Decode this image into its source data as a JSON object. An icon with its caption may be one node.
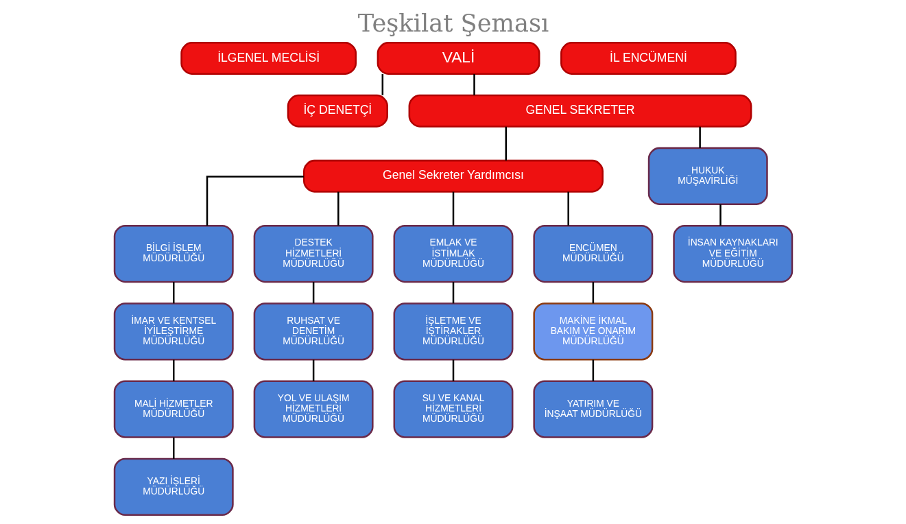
{
  "diagram": {
    "title": "Teşkilat Şeması",
    "nodes": [
      {
        "text": [
          "İLGENEL MECLİSİ"
        ]
      },
      {
        "text": [
          "VALİ"
        ]
      },
      {
        "text": [
          "İL ENCÜMENİ"
        ]
      },
      {
        "text": [
          "İÇ DENETÇİ"
        ]
      },
      {
        "text": [
          "GENEL SEKRETER"
        ]
      },
      {
        "text": [
          "Genel Sekreter Yardımcısı"
        ]
      },
      {
        "text": [
          "BİLGİ İŞLEM MÜDÜRLÜĞÜ"
        ]
      },
      {
        "text": [
          "DESTEK HİZMETLERİ MÜDÜRLÜĞÜ"
        ]
      },
      {
        "text": [
          "EMLAK VE İSTİMLAK MÜDÜRLÜĞÜ"
        ]
      },
      {
        "text": [
          "ENCÜMEN MÜDÜRLÜĞÜ"
        ]
      },
      {
        "text": [
          "HUKUK MÜŞAVİRLİĞİ"
        ]
      },
      {
        "text": [
          "İMAR VE KENTSEL İYİLEŞTİRME MÜDÜRLÜĞÜ"
        ]
      },
      {
        "text": [
          "RUHSAT VE DENETİM MÜDÜRLÜĞÜ"
        ]
      },
      {
        "text": [
          "İŞLETME VE İŞTİRAKLER MÜDÜRLÜĞÜ"
        ]
      },
      {
        "text": [
          "MAKİNE İKMAL BAKIM VE ONARIM MÜDÜRLÜĞÜ"
        ]
      },
      {
        "text": [
          "İNSAN KAYNAKLARI VE EĞİTİM MÜDÜRLÜĞÜ"
        ]
      },
      {
        "text": [
          "MALİ HİZMETLER MÜDÜRLÜĞÜ"
        ]
      },
      {
        "text": [
          "YOL VE ULAŞIM HİZMETLERİ MÜDÜRLÜĞÜ"
        ]
      },
      {
        "text": [
          "SU VE KANAL HİZMETLERİ MÜDÜRLÜĞÜ"
        ]
      },
      {
        "text": [
          "YATIRIM VE İNŞAAT MÜDÜRLÜĞÜ"
        ]
      },
      {
        "text": [
          "YAZI İŞLERİ MÜDÜRLÜĞÜ"
        ]
      }
    ],
    "edges": [
      {
        "from": 1,
        "to": 3,
        "arrow": "none"
      },
      {
        "from": 1,
        "to": 4,
        "arrow": "none"
      },
      {
        "from": 4,
        "to": 5,
        "arrow": "none"
      },
      {
        "from": 4,
        "to": 10,
        "arrow": "none"
      },
      {
        "from": 5,
        "to": 6,
        "arrow": "none"
      },
      {
        "from": 5,
        "to": 7,
        "arrow": "none"
      },
      {
        "from": 5,
        "to": 8,
        "arrow": "none"
      },
      {
        "from": 5,
        "to": 9,
        "arrow": "none"
      },
      {
        "from": 10,
        "to": 15,
        "arrow": "none"
      },
      {
        "from": 6,
        "to": 11,
        "arrow": "none"
      },
      {
        "from": 11,
        "to": 16,
        "arrow": "none"
      },
      {
        "from": 16,
        "to": 20,
        "arrow": "none"
      },
      {
        "from": 7,
        "to": 12,
        "arrow": "none"
      },
      {
        "from": 12,
        "to": 17,
        "arrow": "none"
      },
      {
        "from": 8,
        "to": 13,
        "arrow": "none"
      },
      {
        "from": 13,
        "to": 18,
        "arrow": "none"
      },
      {
        "from": 9,
        "to": 14,
        "arrow": "none"
      },
      {
        "from": 14,
        "to": 19,
        "arrow": "none"
      }
    ]
  }
}
